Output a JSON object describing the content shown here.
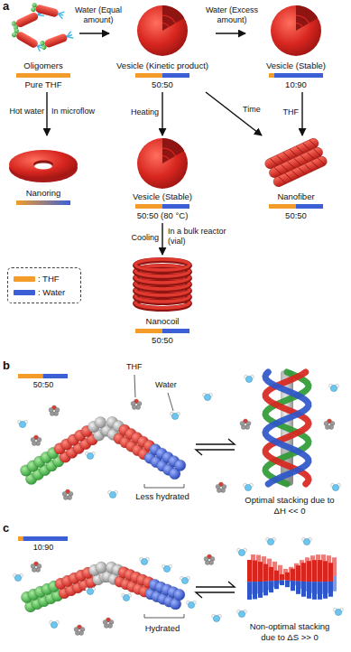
{
  "diagram": {
    "nodes": [
      {
        "text": [
          "Oligomers",
          "Pure THF"
        ]
      },
      {
        "text": [
          "Vesicle (Kinetic product)",
          "50:50"
        ]
      },
      {
        "text": [
          "Vesicle (Stable)",
          "10:90"
        ]
      },
      {
        "text": [
          "Nanoring"
        ]
      },
      {
        "text": [
          "Vesicle (Stable)",
          "50:50 (80 °C)"
        ]
      },
      {
        "text": [
          "Nanofiber",
          "50:50"
        ]
      },
      {
        "text": [
          "Nanocoil",
          "50:50"
        ]
      },
      {
        "text": [
          "Less hydrated"
        ]
      },
      {
        "text": [
          "Optimal stacking due to ΔH << 0"
        ]
      },
      {
        "text": [
          "Hydrated"
        ]
      },
      {
        "text": [
          "Non-optimal stacking due to ΔS >> 0"
        ]
      }
    ],
    "edges": [
      {
        "from": 0,
        "to": 1,
        "arrow": "to",
        "label": "Water (Equal amount)"
      },
      {
        "from": 1,
        "to": 2,
        "arrow": "to",
        "label": "Water (Excess amount)"
      },
      {
        "from": 0,
        "to": 3,
        "arrow": "to",
        "label": "Hot water"
      },
      {
        "from": 1,
        "to": 4,
        "arrow": "to",
        "label": "Heating"
      },
      {
        "from": 1,
        "to": 5,
        "arrow": "to",
        "label": "Time"
      },
      {
        "from": 2,
        "to": 5,
        "arrow": "to",
        "label": "THF"
      },
      {
        "from": 4,
        "to": 6,
        "arrow": "to",
        "label": "Cooling"
      },
      {
        "from": 7,
        "to": 8,
        "arrow": "both"
      },
      {
        "from": 9,
        "to": 10,
        "arrow": "both"
      }
    ],
    "labels": [
      "a",
      "In microflow",
      "In a bulk reactor (vial)",
      "b",
      "50:50",
      "THF",
      "Water",
      "c",
      "10:90"
    ],
    "legend": [
      {
        "text": ": THF",
        "color": "#f39c2a"
      },
      {
        "text": ": Water",
        "color": "#3c5fd6"
      }
    ]
  }
}
